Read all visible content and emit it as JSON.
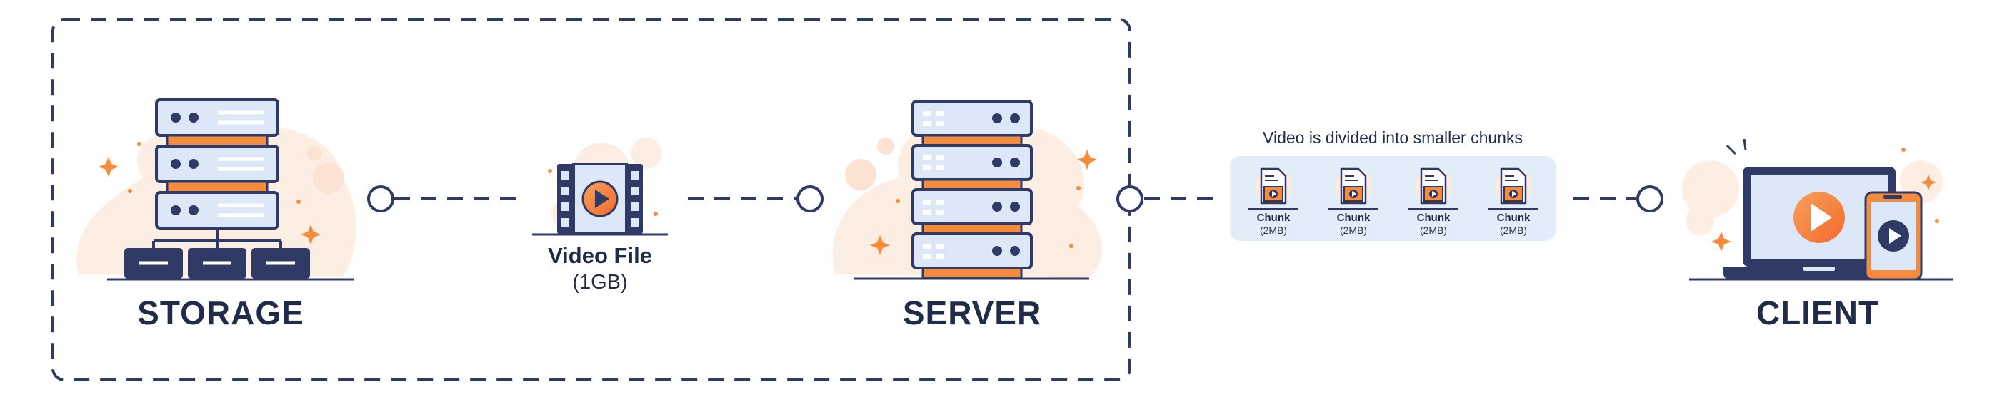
{
  "storage": {
    "label": "STORAGE"
  },
  "video_file": {
    "title": "Video File",
    "size": "(1GB)"
  },
  "server": {
    "label": "SERVER"
  },
  "chunks": {
    "title": "Video is divided into smaller chunks",
    "items": [
      {
        "name": "Chunk",
        "size": "(2MB)"
      },
      {
        "name": "Chunk",
        "size": "(2MB)"
      },
      {
        "name": "Chunk",
        "size": "(2MB)"
      },
      {
        "name": "Chunk",
        "size": "(2MB)"
      }
    ]
  },
  "client": {
    "label": "CLIENT"
  },
  "colors": {
    "navy": "#2f3b66",
    "orange": "#f58b3c",
    "light_blue": "#dce8f7",
    "chunk_panel": "#e1eefa",
    "glow": "#fdeee4"
  },
  "icons": [
    "server-rack-icon",
    "film-strip-icon",
    "play-icon",
    "document-icon",
    "laptop-icon",
    "phone-icon",
    "sparkle-icon"
  ]
}
